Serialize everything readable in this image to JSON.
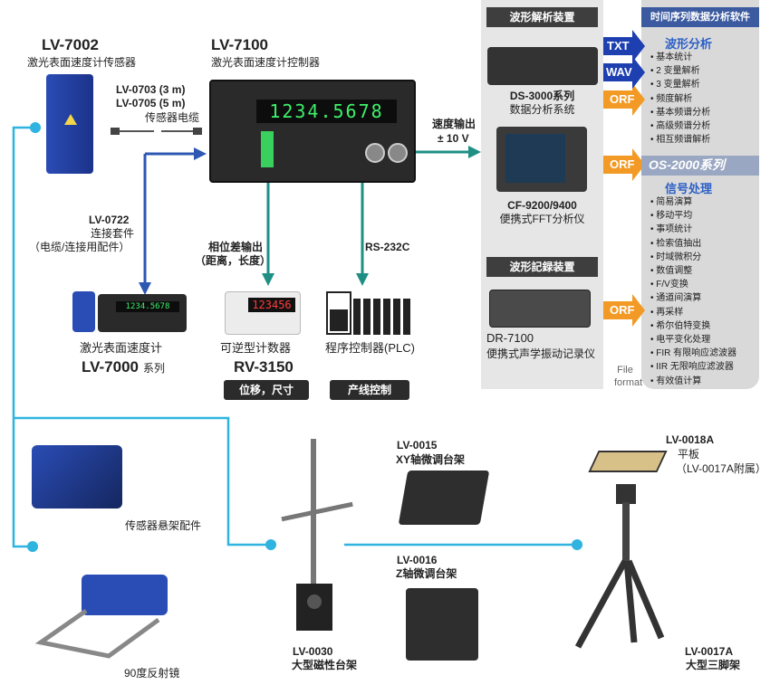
{
  "sensor": {
    "model": "LV-7002",
    "name": "激光表面速度计传感器"
  },
  "controller": {
    "model": "LV-7100",
    "name": "激光表面速度计控制器",
    "display": "1234.5678"
  },
  "cables": {
    "c1": "LV-0703  (3 m)",
    "c2": "LV-0705  (5 m)",
    "label": "传感器电缆"
  },
  "kit": {
    "model": "LV-0722",
    "name": "连接套件",
    "note": "（电缆/连接用配件）"
  },
  "speed_output": {
    "label": "速度输出",
    "value": "± 10 V"
  },
  "phase_output": {
    "label": "相位差输出",
    "note": "（距离，长度）"
  },
  "rs232": "RS-232C",
  "lv7000": {
    "name": "激光表面速度计",
    "model": "LV-7000",
    "suffix": "系列"
  },
  "rv3150": {
    "name": "可逆型计数器",
    "model": "RV-3150",
    "tag": "位移，尺寸",
    "display": "123456"
  },
  "plc": {
    "name": "程序控制器(PLC)",
    "tag": "产线控制"
  },
  "analysis_panel": {
    "title": "波形解析装置",
    "ds3000": {
      "model": "DS-3000系列",
      "name": "数据分析系统"
    },
    "cf9200": {
      "model": "CF-9200/9400",
      "name": "便携式FFT分析仪"
    },
    "record_title": "波形記録装置",
    "dr7100": {
      "model": "DR-7100",
      "name": "便携式声学振动记录仪"
    },
    "file_format": "File format"
  },
  "badges": {
    "txt": "TXT",
    "wav": "WAV",
    "orf": "ORF"
  },
  "software": {
    "title": "时间序列数据分析软件",
    "waveform_head": "波形分析",
    "waveform_items": [
      "基本统计",
      "2 变量解析",
      "3 变量解析",
      "频度解析",
      "基本频谱分析",
      "高级频谱分析",
      "相互频谱解析"
    ],
    "os2000": "OS-2000系列",
    "signal_head": "信号处理",
    "signal_items": [
      "简易演算",
      "移动平均",
      "事项统计",
      "检索值抽出",
      "时域微积分",
      "数值调整",
      "F/V变换",
      "通道间演算",
      "再采样",
      "希尔伯特变换",
      "电平变化处理",
      "FIR 有限响应滤波器",
      "IIR 无限响应滤波器",
      "有效值计算"
    ]
  },
  "accessories": {
    "mount": "传感器悬架配件",
    "mirror": "90度反射镜",
    "lv0030_model": "LV-0030",
    "lv0030_name": "大型磁性台架",
    "lv0015_model": "LV-0015",
    "lv0015_name": "XY轴微调台架",
    "lv0016_model": "LV-0016",
    "lv0016_name": "Z轴微调台架",
    "lv0018a_model": "LV-0018A",
    "lv0018a_name": "平板",
    "lv0018a_note": "（LV-0017A附属）",
    "lv0017a_model": "LV-0017A",
    "lv0017a_name": "大型三脚架"
  },
  "colors": {
    "cyan": "#2fb3e0",
    "teal": "#1f8f86",
    "blue": "#2e57b2",
    "orange": "#f29a25",
    "navy": "#1d3fb0"
  }
}
